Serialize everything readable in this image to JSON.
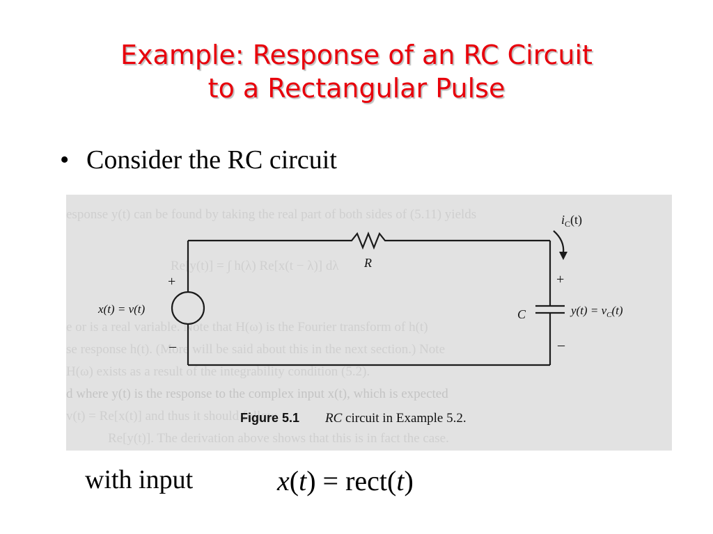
{
  "slide": {
    "title_line1": "Example: Response of an RC Circuit",
    "title_line2": "to a Rectangular Pulse",
    "bullet_char": "•",
    "bullet_text": "Consider the RC circuit",
    "with_input": "with input",
    "formula": {
      "x": "x",
      "t1": "t",
      "mid": ") = rect(",
      "t2": "t",
      "end": ")",
      "open": "("
    }
  },
  "figure": {
    "caption_label": "Figure 5.1",
    "caption_rc": "RC",
    "caption_text": " circuit in Example 5.2.",
    "resistor_label": "R",
    "capacitor_label": "C",
    "current_label_i": "i",
    "current_label_sub": "C",
    "current_label_arg": "(t)",
    "plus": "+",
    "minus": "–",
    "input_label": "x(t) = v(t)",
    "output_label_main": "y(t) = v",
    "output_label_sub": "C",
    "output_label_arg": "(t)",
    "ghost_lines": [
      "esponse y(t) can be found by taking the real part of both sides of (5.11) yields",
      "Re[y(t)] = ∫ h(λ) Re[x(t − λ)] dλ",
      "e or is a real variable. Note that H(ω) is the Fourier transform of h(t)",
      "se response h(t). (More will be said about this in the next section.) Note",
      "H(ω) exists as a result of the integrability condition (5.2).",
      "d where y(t) is the response to the complex input x(t), which is expected",
      "v(t) = Re[x(t)] and thus it should follow",
      "Re[y(t)]. The derivation above shows that this is in fact the case."
    ]
  }
}
